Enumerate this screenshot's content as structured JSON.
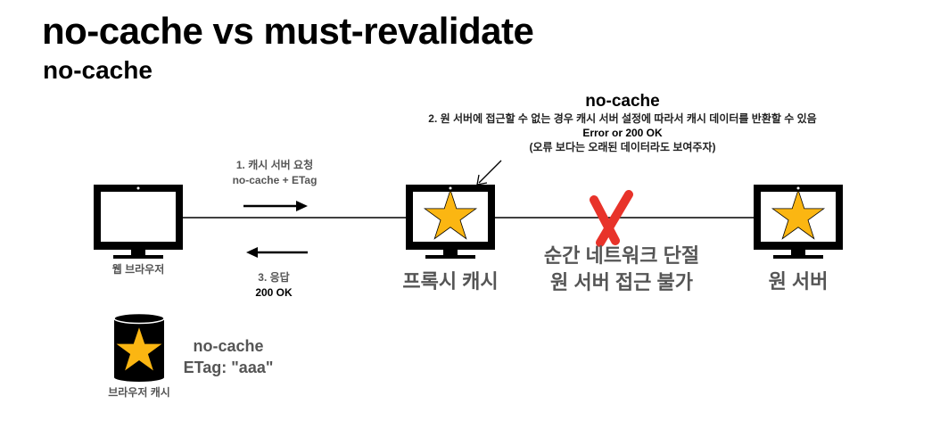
{
  "heading": {
    "title": "no-cache vs must-revalidate",
    "subtitle": "no-cache"
  },
  "proxy_note": {
    "title": "no-cache",
    "line1": "2. 원 서버에 접근할 수 없는 경우 캐시 서버 설정에 따라서 캐시 데이터를 반환할 수 있음",
    "line2": "Error or 200 OK",
    "line3": "(오류 보다는 오래된 데이터라도 보여주자)"
  },
  "request": {
    "line1": "1. 캐시 서버 요청",
    "line2": "no-cache + ETag"
  },
  "response": {
    "line1": "3. 응답",
    "line2": "200 OK"
  },
  "nodes": {
    "browser": "웹 브라우저",
    "proxy": "프록시 캐시",
    "origin": "원 서버",
    "browser_cache": "브라우저 캐시"
  },
  "network": {
    "line1": "순간 네트워크 단절",
    "line2": "원 서버 접근 불가"
  },
  "cache_info": {
    "line1": "no-cache",
    "line2": "ETag: \"aaa\""
  },
  "colors": {
    "star": "#FBB612",
    "cross": "#E8332A",
    "monitor": "#000000"
  }
}
